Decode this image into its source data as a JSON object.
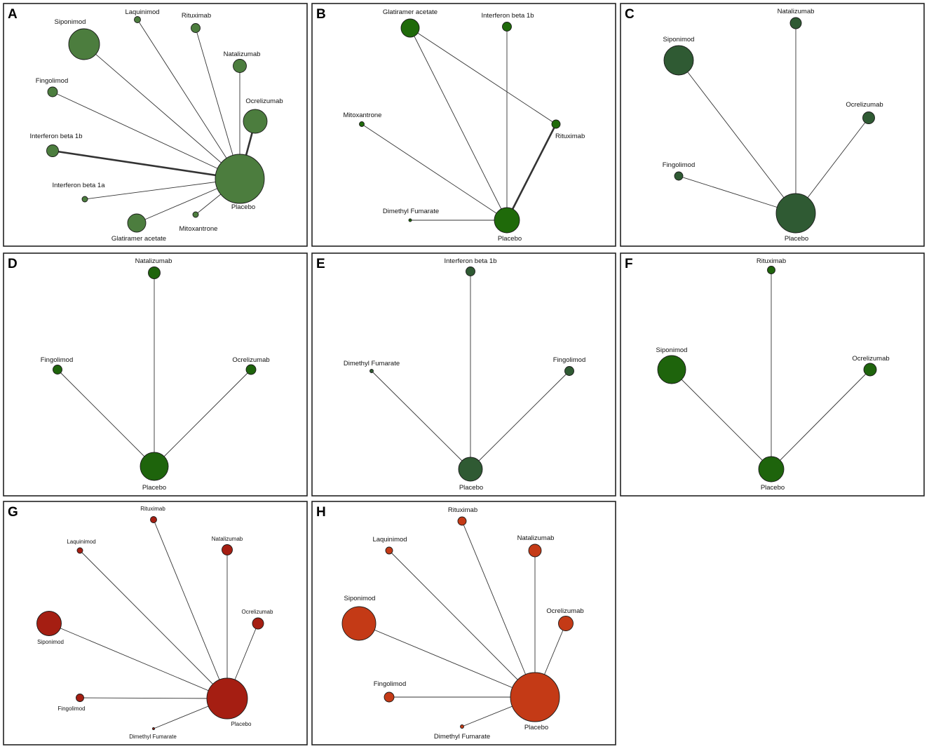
{
  "panels": [
    {
      "letter": "A",
      "color": "#4c7d3e",
      "nodes": [
        {
          "id": "placebo",
          "label": "Placebo"
        },
        {
          "id": "siponimod",
          "label": "Siponimod"
        },
        {
          "id": "laquinimod",
          "label": "Laquinimod"
        },
        {
          "id": "rituximab",
          "label": "Rituximab"
        },
        {
          "id": "natalizumab",
          "label": "Natalizumab"
        },
        {
          "id": "ocrelizumab",
          "label": "Ocrelizumab"
        },
        {
          "id": "fingolimod",
          "label": "Fingolimod"
        },
        {
          "id": "interferon-beta-1b",
          "label": "Interferon beta 1b"
        },
        {
          "id": "interferon-beta-1a",
          "label": "Interferon beta 1a"
        },
        {
          "id": "glatiramer-acetate",
          "label": "Glatiramer acetate"
        },
        {
          "id": "mitoxantrone",
          "label": "Mitoxantrone"
        }
      ],
      "edges": [
        {
          "from": "siponimod",
          "to": "placebo",
          "weight": "normal"
        },
        {
          "from": "laquinimod",
          "to": "placebo",
          "weight": "normal"
        },
        {
          "from": "rituximab",
          "to": "placebo",
          "weight": "normal"
        },
        {
          "from": "natalizumab",
          "to": "placebo",
          "weight": "normal"
        },
        {
          "from": "ocrelizumab",
          "to": "placebo",
          "weight": "thick"
        },
        {
          "from": "fingolimod",
          "to": "placebo",
          "weight": "normal"
        },
        {
          "from": "interferon-beta-1b",
          "to": "placebo",
          "weight": "thick"
        },
        {
          "from": "interferon-beta-1a",
          "to": "placebo",
          "weight": "normal"
        },
        {
          "from": "glatiramer-acetate",
          "to": "placebo",
          "weight": "normal"
        },
        {
          "from": "mitoxantrone",
          "to": "placebo",
          "weight": "normal"
        }
      ]
    },
    {
      "letter": "B",
      "color": "#1f6a0a",
      "nodes": [
        {
          "id": "placebo",
          "label": "Placebo"
        },
        {
          "id": "glatiramer-acetate",
          "label": "Glatiramer acetate"
        },
        {
          "id": "interferon-beta-1b",
          "label": "Interferon beta 1b"
        },
        {
          "id": "mitoxantrone",
          "label": "Mitoxantrone"
        },
        {
          "id": "rituximab",
          "label": "Rituximab"
        },
        {
          "id": "dimethyl-fumarate",
          "label": "Dimethyl Fumarate"
        }
      ],
      "edges": [
        {
          "from": "glatiramer-acetate",
          "to": "placebo",
          "weight": "normal"
        },
        {
          "from": "glatiramer-acetate",
          "to": "rituximab",
          "weight": "normal"
        },
        {
          "from": "interferon-beta-1b",
          "to": "placebo",
          "weight": "normal"
        },
        {
          "from": "mitoxantrone",
          "to": "placebo",
          "weight": "normal"
        },
        {
          "from": "rituximab",
          "to": "placebo",
          "weight": "thick"
        },
        {
          "from": "dimethyl-fumarate",
          "to": "placebo",
          "weight": "normal"
        }
      ]
    },
    {
      "letter": "C",
      "color": "#2f5a33",
      "nodes": [
        {
          "id": "placebo",
          "label": "Placebo"
        },
        {
          "id": "siponimod",
          "label": "Siponimod"
        },
        {
          "id": "natalizumab",
          "label": "Natalizumab"
        },
        {
          "id": "ocrelizumab",
          "label": "Ocrelizumab"
        },
        {
          "id": "fingolimod",
          "label": "Fingolimod"
        }
      ],
      "edges": [
        {
          "from": "siponimod",
          "to": "placebo",
          "weight": "normal"
        },
        {
          "from": "natalizumab",
          "to": "placebo",
          "weight": "normal"
        },
        {
          "from": "ocrelizumab",
          "to": "placebo",
          "weight": "normal"
        },
        {
          "from": "fingolimod",
          "to": "placebo",
          "weight": "normal"
        }
      ]
    },
    {
      "letter": "D",
      "color": "#1e640c",
      "nodes": [
        {
          "id": "placebo",
          "label": "Placebo"
        },
        {
          "id": "natalizumab",
          "label": "Natalizumab"
        },
        {
          "id": "fingolimod",
          "label": "Fingolimod"
        },
        {
          "id": "ocrelizumab",
          "label": "Ocrelizumab"
        }
      ],
      "edges": [
        {
          "from": "natalizumab",
          "to": "placebo",
          "weight": "normal"
        },
        {
          "from": "fingolimod",
          "to": "placebo",
          "weight": "normal"
        },
        {
          "from": "ocrelizumab",
          "to": "placebo",
          "weight": "normal"
        }
      ]
    },
    {
      "letter": "E",
      "color": "#2f5a33",
      "nodes": [
        {
          "id": "placebo",
          "label": "Placebo"
        },
        {
          "id": "interferon-beta-1b",
          "label": "Interferon beta 1b"
        },
        {
          "id": "dimethyl-fumarate",
          "label": "Dimethyl Fumarate"
        },
        {
          "id": "fingolimod",
          "label": "Fingolimod"
        }
      ],
      "edges": [
        {
          "from": "interferon-beta-1b",
          "to": "placebo",
          "weight": "normal"
        },
        {
          "from": "dimethyl-fumarate",
          "to": "placebo",
          "weight": "normal"
        },
        {
          "from": "fingolimod",
          "to": "placebo",
          "weight": "normal"
        }
      ]
    },
    {
      "letter": "F",
      "color": "#1e640c",
      "nodes": [
        {
          "id": "placebo",
          "label": "Placebo"
        },
        {
          "id": "rituximab",
          "label": "Rituximab"
        },
        {
          "id": "siponimod",
          "label": "Siponimod"
        },
        {
          "id": "ocrelizumab",
          "label": "Ocrelizumab"
        }
      ],
      "edges": [
        {
          "from": "rituximab",
          "to": "placebo",
          "weight": "normal"
        },
        {
          "from": "siponimod",
          "to": "placebo",
          "weight": "normal"
        },
        {
          "from": "ocrelizumab",
          "to": "placebo",
          "weight": "normal"
        }
      ]
    },
    {
      "letter": "G",
      "color": "#a51e12",
      "nodes": [
        {
          "id": "placebo",
          "label": "Placebo"
        },
        {
          "id": "rituximab",
          "label": "Rituximab"
        },
        {
          "id": "laquinimod",
          "label": "Laquinimod"
        },
        {
          "id": "natalizumab",
          "label": "Natalizumab"
        },
        {
          "id": "ocrelizumab",
          "label": "Ocrelizumab"
        },
        {
          "id": "siponimod",
          "label": "Siponimod"
        },
        {
          "id": "fingolimod",
          "label": "Fingolimod"
        },
        {
          "id": "dimethyl-fumarate",
          "label": "Dimethyl Fumarate"
        }
      ],
      "edges": [
        {
          "from": "rituximab",
          "to": "placebo",
          "weight": "normal"
        },
        {
          "from": "laquinimod",
          "to": "placebo",
          "weight": "normal"
        },
        {
          "from": "natalizumab",
          "to": "placebo",
          "weight": "normal"
        },
        {
          "from": "ocrelizumab",
          "to": "placebo",
          "weight": "normal"
        },
        {
          "from": "siponimod",
          "to": "placebo",
          "weight": "normal"
        },
        {
          "from": "fingolimod",
          "to": "placebo",
          "weight": "normal"
        },
        {
          "from": "dimethyl-fumarate",
          "to": "placebo",
          "weight": "normal"
        }
      ]
    },
    {
      "letter": "H",
      "color": "#c43a16",
      "nodes": [
        {
          "id": "placebo",
          "label": "Placebo"
        },
        {
          "id": "rituximab",
          "label": "Rituximab"
        },
        {
          "id": "laquinimod",
          "label": "Laquinimod"
        },
        {
          "id": "natalizumab",
          "label": "Natalizumab"
        },
        {
          "id": "siponimod",
          "label": "Siponimod"
        },
        {
          "id": "ocrelizumab",
          "label": "Ocrelizumab"
        },
        {
          "id": "fingolimod",
          "label": "Fingolimod"
        },
        {
          "id": "dimethyl-fumarate",
          "label": "Dimethyl Fumarate"
        }
      ],
      "edges": [
        {
          "from": "rituximab",
          "to": "placebo",
          "weight": "normal"
        },
        {
          "from": "laquinimod",
          "to": "placebo",
          "weight": "normal"
        },
        {
          "from": "natalizumab",
          "to": "placebo",
          "weight": "normal"
        },
        {
          "from": "siponimod",
          "to": "placebo",
          "weight": "normal"
        },
        {
          "from": "ocrelizumab",
          "to": "placebo",
          "weight": "normal"
        },
        {
          "from": "fingolimod",
          "to": "placebo",
          "weight": "normal"
        },
        {
          "from": "dimethyl-fumarate",
          "to": "placebo",
          "weight": "normal"
        }
      ]
    }
  ]
}
